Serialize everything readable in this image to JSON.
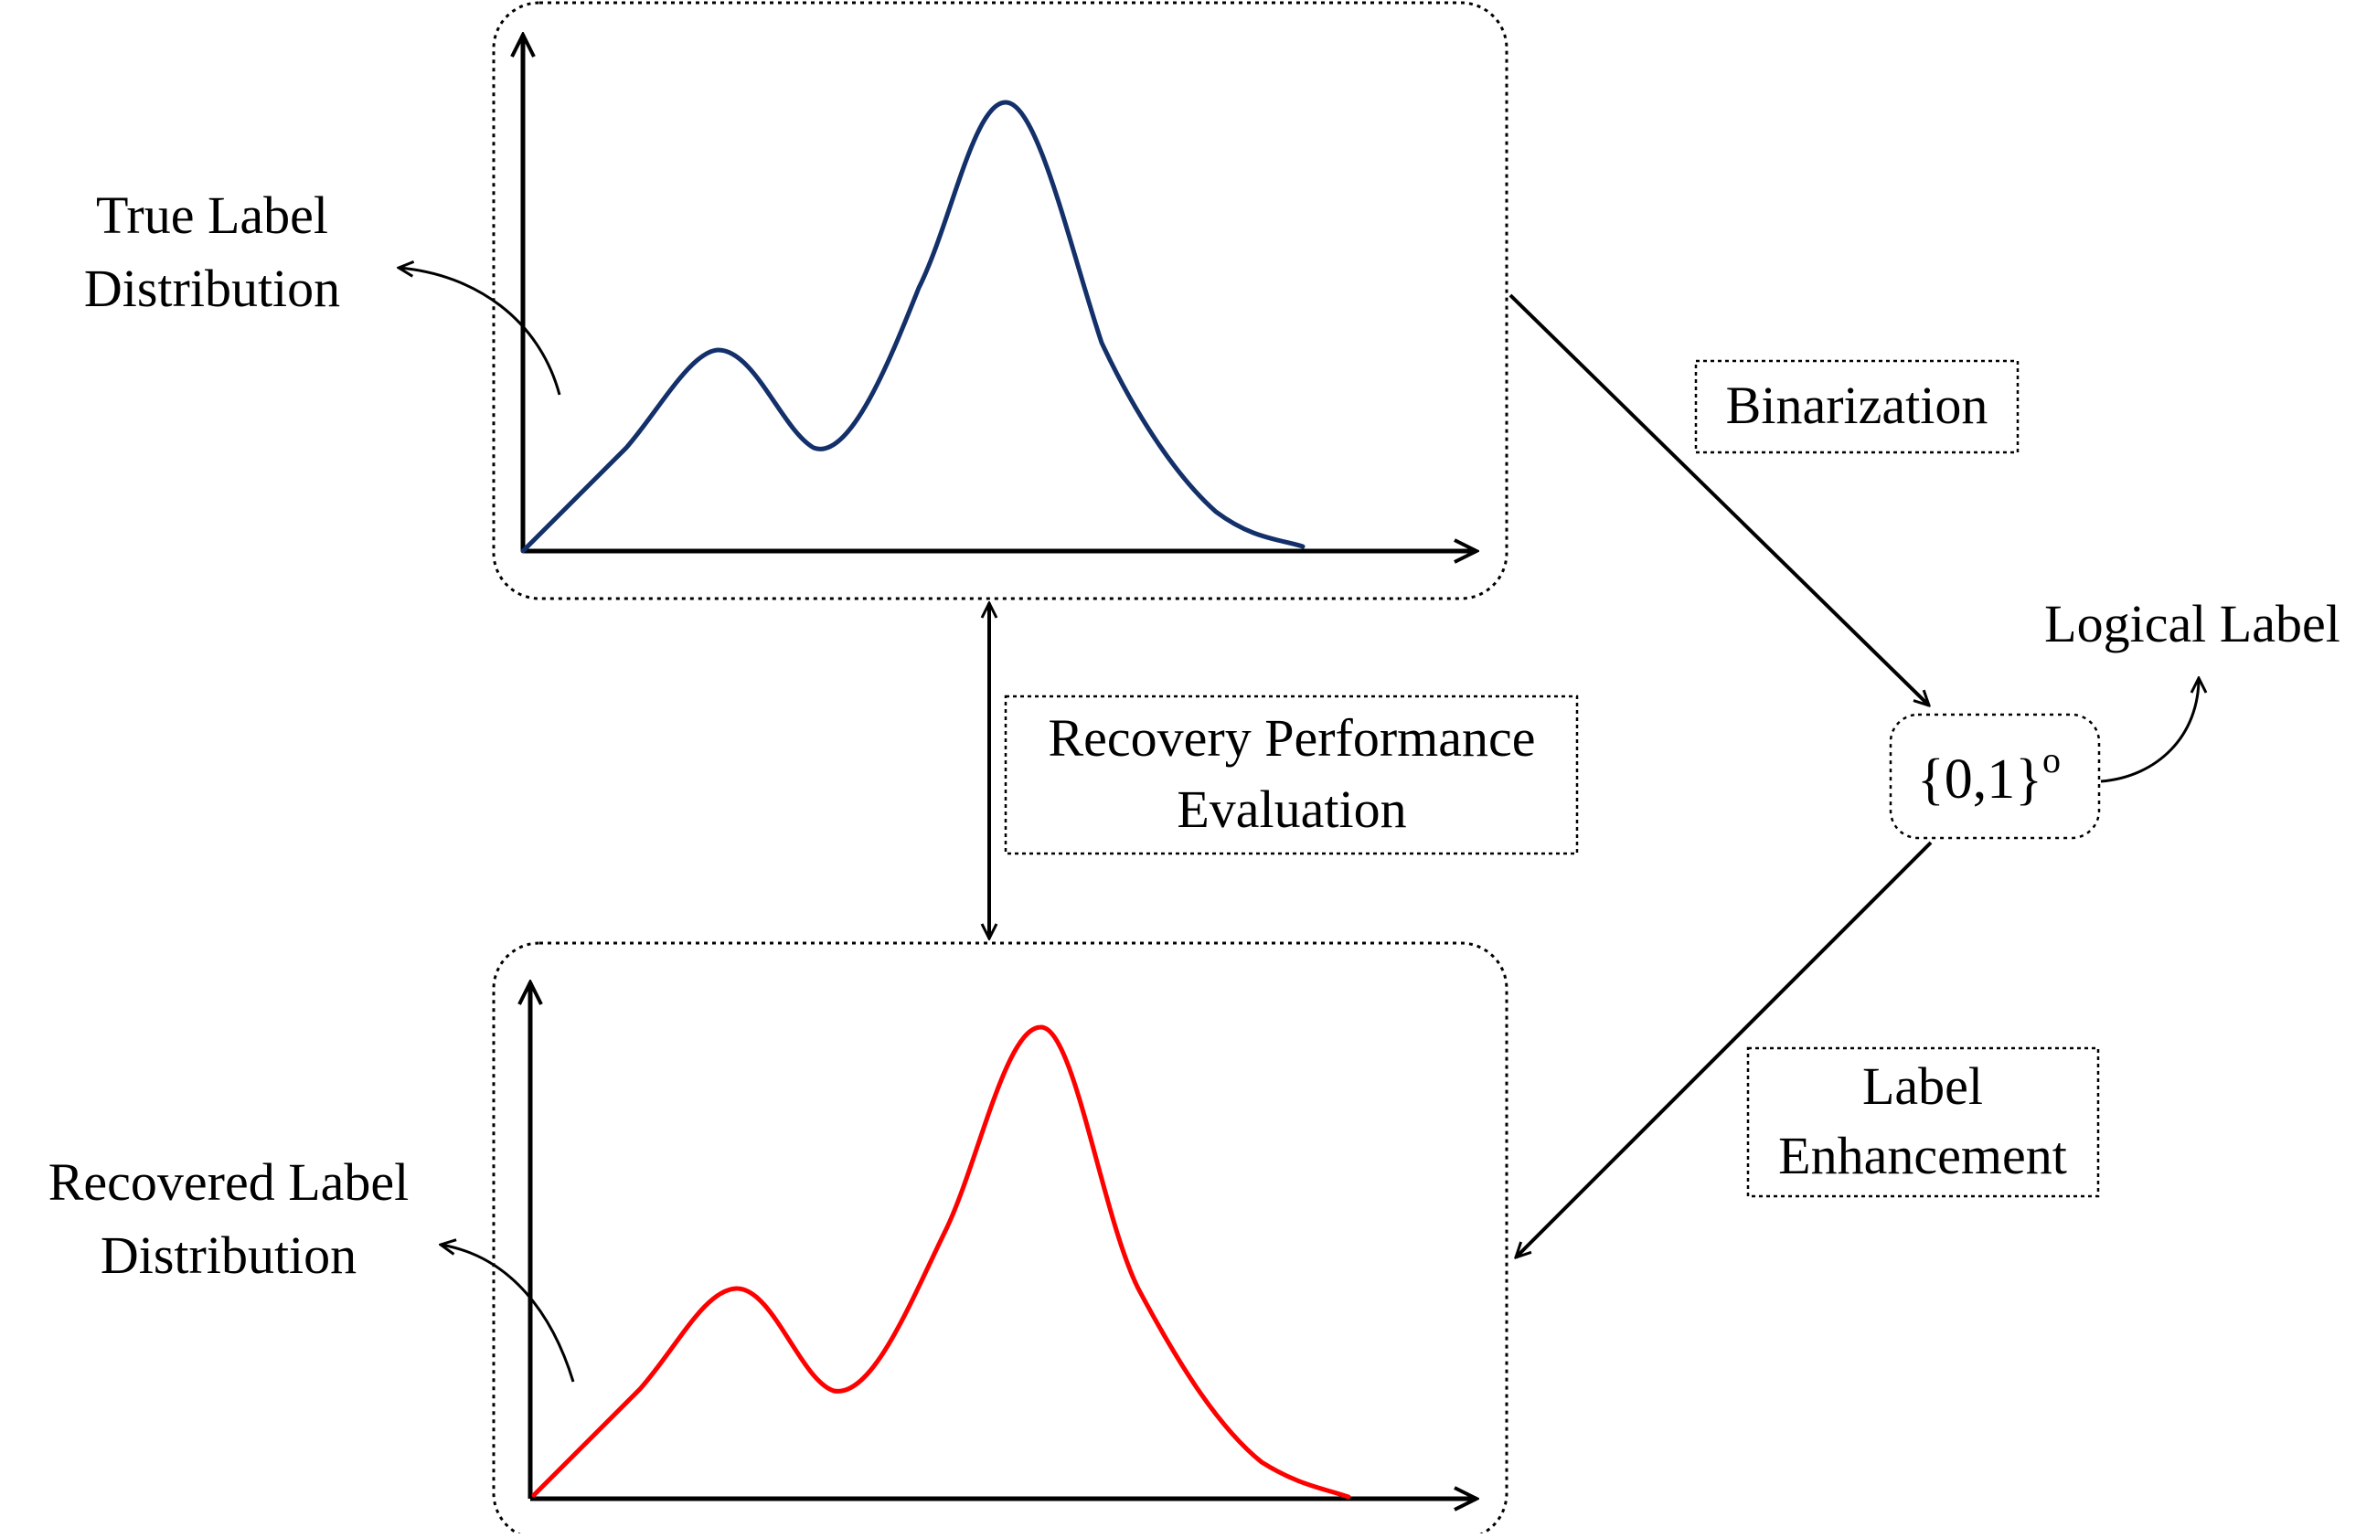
{
  "labels": {
    "true_label_line1": "True Label",
    "true_label_line2": "Distribution",
    "recovered_label_line1": "Recovered Label",
    "recovered_label_line2": "Distribution",
    "binarization": "Binarization",
    "evaluation_line1": "Recovery Performance",
    "evaluation_line2": "Evaluation",
    "enhancement_line1": "Label",
    "enhancement_line2": "Enhancement",
    "logical_label": "Logical Label",
    "logical_set": "{0,1}",
    "logical_set_superscript": "o"
  },
  "colors": {
    "true_curve": "#13306a",
    "recovered_curve": "#ff0000",
    "ink": "#000000"
  }
}
